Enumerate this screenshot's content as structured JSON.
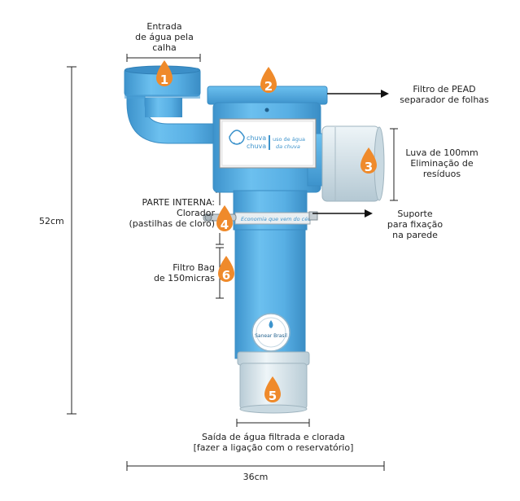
{
  "labels": {
    "entrada_1": "Entrada",
    "entrada_2": "de água pela",
    "entrada_3": "calha",
    "filtro_pead_1": "Filtro de PEAD",
    "filtro_pead_2": "separador de folhas",
    "luva_1": "Luva de 100mm",
    "luva_2": "Eliminação de",
    "luva_3": "resíduos",
    "parte_interna": "PARTE INTERNA:",
    "clorador_1": "Clorador",
    "clorador_2": "(pastilhas de cloro)",
    "suporte_1": "Suporte",
    "suporte_2": "para fixação",
    "suporte_3": "na parede",
    "bag_1": "Filtro Bag",
    "bag_2": "de 150micras",
    "saida_1": "Saída de água filtrada e clorada",
    "saida_2": "[fazer a ligação com o reservatório]",
    "height": "52cm",
    "width": "36cm"
  },
  "markers": [
    "1",
    "2",
    "3",
    "4",
    "5",
    "6"
  ],
  "product": {
    "brand_1": "chuva",
    "brand_2": "chuva",
    "tagline_1": "uso de água",
    "tagline_2": "da chuva",
    "clamp_text": "Economia que vem do céu",
    "seal": "Sanear Brasil"
  },
  "colors": {
    "pipe": "#5bb2e6",
    "pipe_dark": "#3d93cc",
    "marker": "#ef8a2b",
    "sleeve": "#d8e7ee"
  }
}
